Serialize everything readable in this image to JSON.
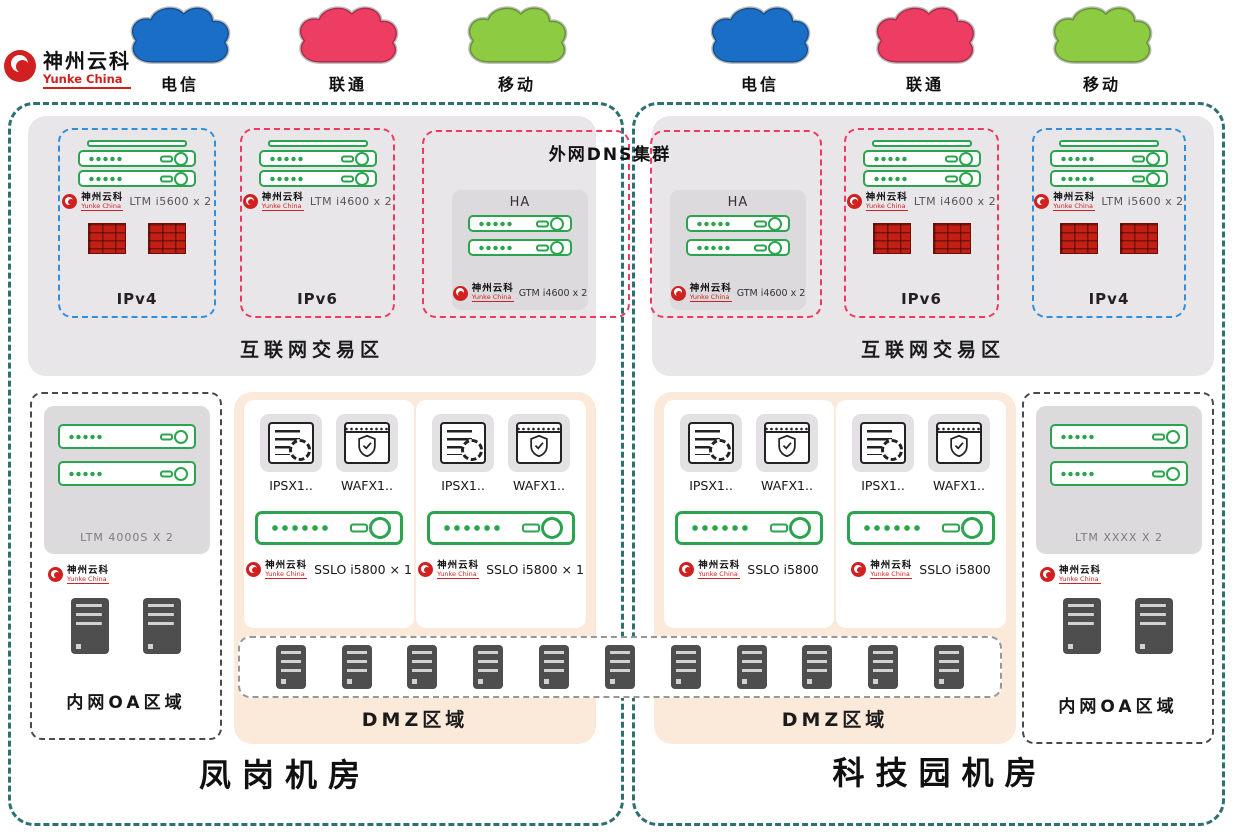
{
  "brand": {
    "name": "神州云科",
    "subtitle": "Yunke China"
  },
  "isps": [
    {
      "label": "电信",
      "color": "#1a6ec6"
    },
    {
      "label": "联通",
      "color": "#ee3d63"
    },
    {
      "label": "移动",
      "color": "#8ccb42"
    }
  ],
  "dns": {
    "title": "外网DNS集群",
    "ha": "HA",
    "model": "GTM i4600 x 2"
  },
  "left": {
    "name": "凤岗机房",
    "internet_label": "互联网交易区",
    "ipv4": {
      "label": "IPv4",
      "model": "LTM i5600 x 2"
    },
    "ipv6": {
      "label": "IPv6",
      "model": "LTM i4600 x 2"
    },
    "oa": {
      "label": "内网OA区域",
      "model": "LTM 4000S X 2"
    },
    "dmz": {
      "label": "DMZ区域",
      "groups": [
        {
          "ips": "IPSX1..",
          "waf": "WAFX1..",
          "sslo": "SSLO i5800 × 1"
        },
        {
          "ips": "IPSX1..",
          "waf": "WAFX1..",
          "sslo": "SSLO i5800 × 1"
        }
      ]
    }
  },
  "right": {
    "name": "科技园机房",
    "internet_label": "互联网交易区",
    "ipv4": {
      "label": "IPv4",
      "model": "LTM i5600 x 2"
    },
    "ipv6": {
      "label": "IPv6",
      "model": "LTM i4600 x 2"
    },
    "oa": {
      "label": "内网OA区域",
      "model": "LTM XXXX X 2"
    },
    "dmz": {
      "label": "DMZ区域",
      "groups": [
        {
          "ips": "IPSX1..",
          "waf": "WAFX1..",
          "sslo": "SSLO i5800"
        },
        {
          "ips": "IPSX1..",
          "waf": "WAFX1..",
          "sslo": "SSLO i5800"
        }
      ]
    }
  },
  "colors": {
    "teal_border": "#2d7070",
    "ipv4_blue": "#2f8fdf",
    "ipv6_pink": "#ee3a5e",
    "device_green": "#2aa44e",
    "brand_red": "#d0201f",
    "zone_gray": "#e8e6e9",
    "plate_gray": "#dcdadc",
    "dmz_peach": "#fbe9d9"
  }
}
